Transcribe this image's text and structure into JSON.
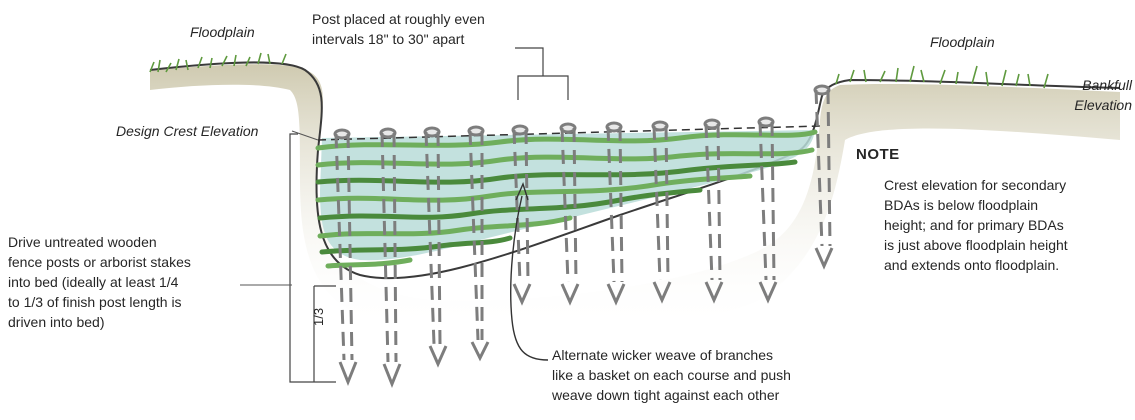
{
  "labels": {
    "floodplain_left": "Floodplain",
    "floodplain_right": "Floodplain",
    "bankfull": "Bankfull\nElevation",
    "design_crest": "Design Crest Elevation",
    "post_spacing": "Post placed at roughly even\nintervals 18\" to 30\" apart",
    "note_title": "NOTE",
    "note_body": "Crest elevation for secondary\nBDAs is below floodplain\nheight; and for primary BDAs\nis just above floodplain height\nand extends onto floodplain.",
    "drive_posts": "Drive untreated wooden\nfence posts or arborist stakes\ninto bed (ideally  at least 1/4\nto 1/3 of finish post length is\ndriven into  bed)",
    "alternate_weave": "Alternate wicker weave of branches\nlike a basket on each course and push\nweave down tight against each other",
    "one_third": "1/3"
  },
  "colors": {
    "water": "#b8dcd8",
    "weave": "#6fae5c",
    "weave_dark": "#4a8a3c",
    "grass": "#5f9a3f",
    "bank": "#d7d2b8",
    "post": "#8a8a8a",
    "line": "#333333"
  },
  "icons": [
    "fence-post-icon",
    "grass-tuft-icon"
  ]
}
